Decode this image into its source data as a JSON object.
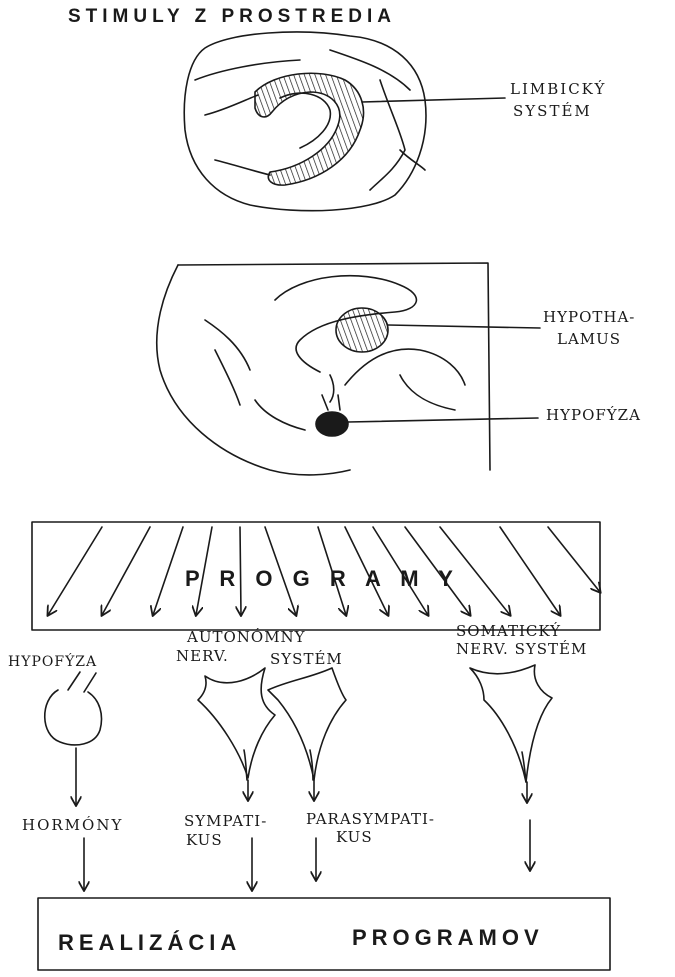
{
  "title": "STIMULY Z PROSTREDIA",
  "brain_labels": {
    "limbic_line1": "LIMBICKÝ",
    "limbic_line2": "SYSTÉM",
    "hypothalamus_line1": "HYPOTHA-",
    "hypothalamus_line2": "LAMUS",
    "pituitary": "HYPOFÝZA"
  },
  "programs_box": {
    "label": "P R O G R A M Y"
  },
  "channels": {
    "pituitary": "HYPOFÝZA",
    "autonomic_line1": "AUTONÓMNY",
    "autonomic_line2": "NERV.",
    "autonomic_line2b": "SYSTÉM",
    "somatic_line1": "SOMATICKÝ",
    "somatic_line2": "NERV. SYSTÉM"
  },
  "outputs": {
    "hormones": "HORMÓNY",
    "sympathetic_line1": "SYMPATI-",
    "sympathetic_line2": "KUS",
    "parasympathetic_line1": "PARASYMPATI-",
    "parasympathetic_line2": "KUS"
  },
  "result_box": {
    "label_word1": "REALIZÁCIA",
    "label_word2": "PROGRAMOV"
  }
}
